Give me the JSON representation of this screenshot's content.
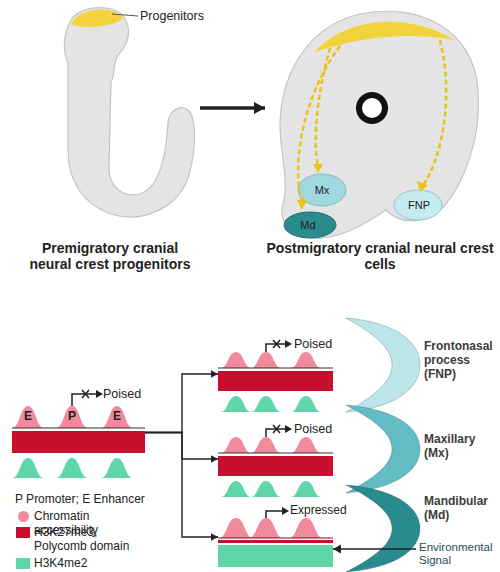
{
  "diagram": {
    "nodes": [
      {
        "text": [
          "Progenitors",
          "Premigratory cranial neural crest progenitors"
        ]
      },
      {
        "text": [
          "Mx",
          "Md",
          "FNP",
          "Postmigratory cranial neural crest cells"
        ]
      },
      {
        "text": [
          "Poised"
        ]
      },
      {
        "text": [
          "Poised"
        ]
      },
      {
        "text": [
          "Frontonasal process (FNP)"
        ]
      },
      {
        "text": [
          "Poised"
        ]
      },
      {
        "text": [
          "Maxillary (Mx)"
        ]
      },
      {
        "text": [
          "Expressed"
        ]
      },
      {
        "text": [
          "Mandibular (Md)"
        ]
      }
    ],
    "edges": [
      {
        "from": 0,
        "to": 1,
        "arrow": "to"
      },
      {
        "from": 2,
        "to": 3,
        "arrow": "to"
      },
      {
        "from": 2,
        "to": 5,
        "arrow": "to"
      },
      {
        "from": 2,
        "to": 7,
        "arrow": "to"
      },
      {
        "from": 8,
        "to": 7,
        "label": "Environmental Signal",
        "arrow": "to"
      }
    ],
    "labels": [
      "E",
      "P",
      "E",
      "P Promoter; E Enhancer"
    ],
    "legend": [
      {
        "text": "Chromatin accessibility",
        "color": "#f08a9c"
      },
      {
        "text": "H3K27me3, Polycomb domain",
        "color": "#c8102e"
      },
      {
        "text": "H3K4me2",
        "color": "#5fd6a8"
      }
    ]
  }
}
